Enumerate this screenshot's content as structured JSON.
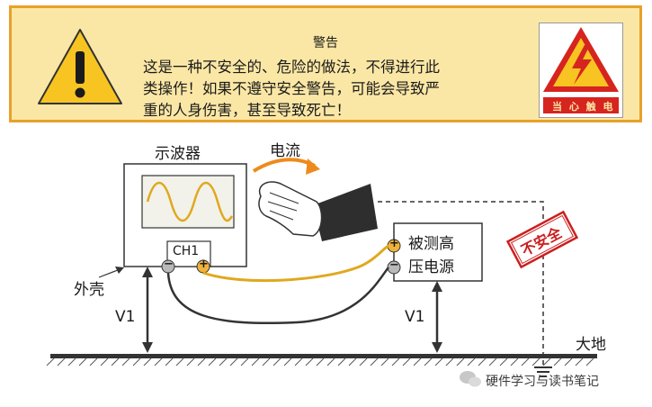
{
  "warning": {
    "title": "警告",
    "lines": [
      "这是一种不安全的、危险的做法，不得进行此",
      "类操作！如果不遵守安全警告，可能会导致严",
      "重的人身伤害，甚至导致死亡！"
    ],
    "icon": "exclamation-triangle-icon",
    "badge_label": "当 心 触 电",
    "badge_icon": "high-voltage-icon"
  },
  "diagram": {
    "oscilloscope_label": "示波器",
    "current_label": "电流",
    "channel_label": "CH1",
    "shell_label": "外壳",
    "source_label_line1": "被测高",
    "source_label_line2": "压电源",
    "unsafe_stamp": "不安全",
    "voltage_left_label": "V1",
    "voltage_right_label": "V1",
    "ground_label": "大地",
    "minus_symbol": "−",
    "plus_symbol": "+"
  },
  "colors": {
    "warning_bg": "#fbe7a5",
    "warning_border": "#e8a12a",
    "trace_color": "#e0a81e",
    "probe_wire": "#e0a81e",
    "ground_wire": "#333333",
    "stamp_red": "#cc1f1f",
    "current_arrow": "#ee8a1c"
  },
  "watermark": "硬件学习与读书笔记"
}
